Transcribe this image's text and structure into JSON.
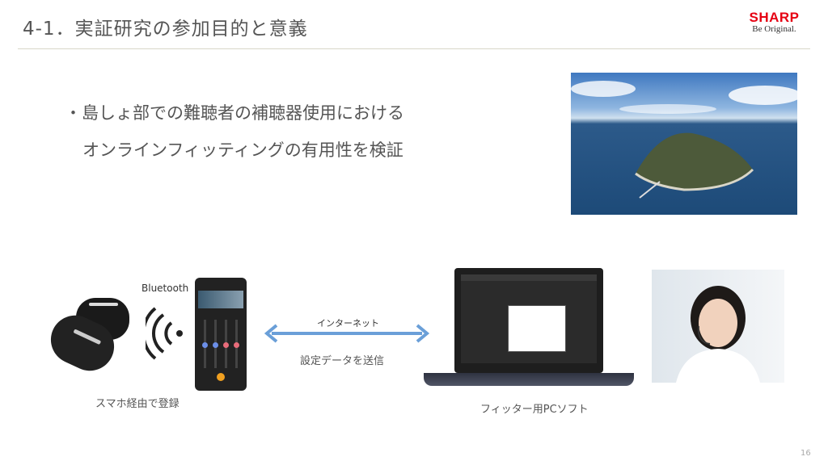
{
  "header": {
    "title": "4-1．実証研究の参加目的と意義",
    "logo_brand": "SHARP",
    "logo_tagline": "Be Original."
  },
  "bullets": {
    "marker": "・",
    "line1": "島しょ部での難聴者の補聴器使用における",
    "line2": "オンラインフィッティングの有用性を検証"
  },
  "diagram": {
    "bluetooth_label": "Bluetooth",
    "smartphone_caption": "スマホ経由で登録",
    "internet_label": "インターネット",
    "send_label": "設定データを送信",
    "pc_caption": "フィッター用PCソフト",
    "arrow_color": "#6a9fd8"
  },
  "footer": {
    "page_number": "16"
  }
}
